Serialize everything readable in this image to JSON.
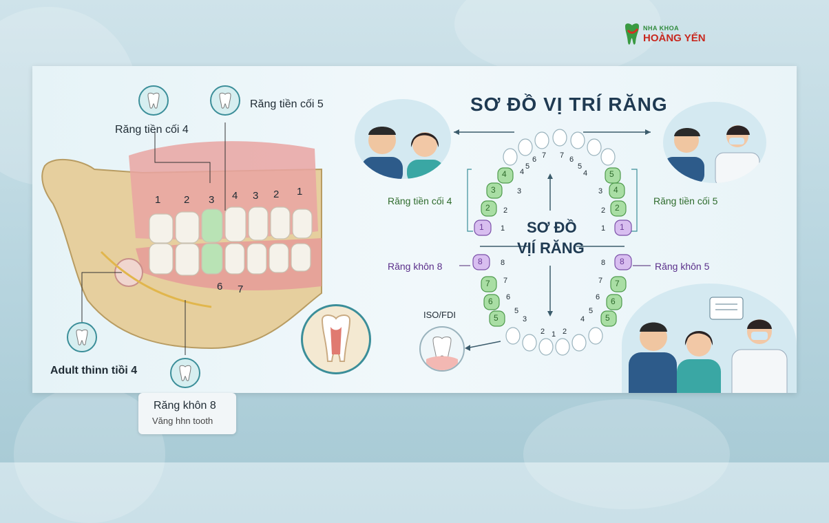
{
  "logo": {
    "top": "NHA KHOA",
    "main": "HOÀNG YẾN"
  },
  "title": "SƠ ĐỒ VỊ TRÍ RĂNG",
  "center_title": [
    "SƠ ĐỒ",
    "VỊÍ RĂNG"
  ],
  "left_labels": {
    "premolar4": "Răng tiền cối 4",
    "premolar5": "Răng tiền cối 5",
    "adult": "Adult thinn ‌tiồi 4",
    "wisdom": "Răng khôn 8",
    "wisdom_sub": "Văng hhn tooth"
  },
  "jaw_numbers_top": [
    "1",
    "2",
    "3",
    "4",
    "3",
    "2",
    "1"
  ],
  "jaw_numbers_bottom": [
    "6",
    "7"
  ],
  "diagram_labels": {
    "left_premolar": "Răng tiền cối 4",
    "right_premolar": "Răng tiền cối 5",
    "left_wisdom": "Răng khôn 8",
    "right_wisdom": "Răng khôn 5",
    "iso": "ISO/FDI"
  },
  "arch_upper_numbers": [
    "4",
    "5",
    "6",
    "7",
    "7",
    "6",
    "5",
    "4"
  ],
  "arch_left_teeth": [
    "4",
    "3",
    "2",
    "1"
  ],
  "arch_left_lower": [
    "8",
    "7",
    "6",
    "5"
  ],
  "arch_right_teeth": [
    "5",
    "4",
    "2",
    "1"
  ],
  "arch_right_lower": [
    "8",
    "7",
    "6",
    "5"
  ],
  "arch_side_numbers_left": [
    "5",
    "3",
    "3",
    "2",
    "1",
    "8",
    "7",
    "6",
    "5",
    "3"
  ],
  "arch_side_numbers_right": [
    "5",
    "3",
    "2",
    "1",
    "8",
    "7",
    "6",
    "5",
    "4"
  ],
  "arch_bottom_numbers": [
    "2",
    "1",
    "2"
  ],
  "colors": {
    "green": "#8fd18b",
    "purple": "#c9a6e8",
    "teal": "#3b8e99",
    "red": "#c8281f"
  }
}
